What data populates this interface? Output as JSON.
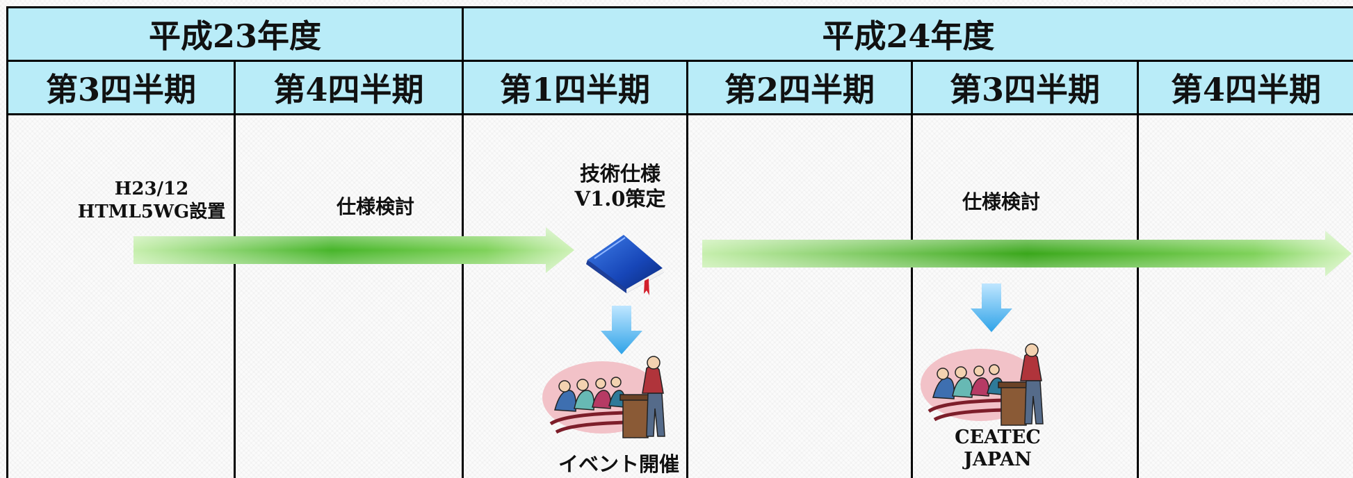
{
  "years": {
    "h23": "平成23年度",
    "h24": "平成24年度"
  },
  "quarters": {
    "h23_q3": "第3四半期",
    "h23_q4": "第4四半期",
    "h24_q1": "第1四半期",
    "h24_q2": "第2四半期",
    "h24_q3": "第3四半期",
    "h24_q4": "第4四半期"
  },
  "milestones": {
    "wg_date": "H23/12",
    "wg_label": "HTML5WG設置",
    "study_1": "仕様検討",
    "spec_line1": "技術仕様",
    "spec_line2": "V1.0策定",
    "event": "イベント開催",
    "study_2": "仕様検討",
    "ceatec_line1": "CEATEC",
    "ceatec_line2": "JAPAN"
  },
  "icons": {
    "book": "blue-book-icon",
    "audience": "presentation-audience-icon",
    "down_arrow": "blue-down-arrow-icon",
    "timeline_arrow": "green-timeline-arrow"
  },
  "colors": {
    "header_bg": "#b9ecf8",
    "arrow_green": "#3aa71b",
    "arrow_light": "#d8f3c4",
    "down_arrow_blue": "#2fa3e8"
  }
}
